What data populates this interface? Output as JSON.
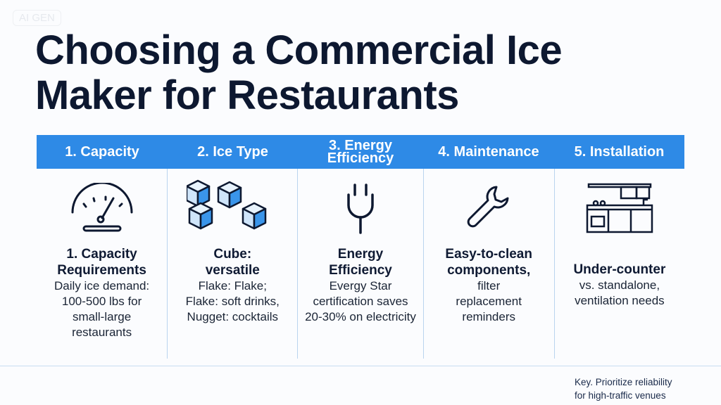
{
  "watermark": "AI GEN",
  "title_line1": "Choosing a Commercial Ice",
  "title_line2": "Maker for Restaurants",
  "colors": {
    "header": "#2e8ae6",
    "ink": "#0d1830"
  },
  "columns": [
    {
      "header": "1. Capacity",
      "icon": "gauge-icon",
      "title": "1. Capacity Requirements",
      "desc": "Daily ice demand: 100-500 lbs for small-large restaurants"
    },
    {
      "header": "2. Ice Type",
      "icon": "ice-cubes-icon",
      "title": "Cube: versatile",
      "desc": "Flake: Flake; Flake: soft drinks, Nugget: cocktails"
    },
    {
      "header": "3. Energy Efficiency",
      "icon": "plug-icon",
      "title": "Energy Efficiency",
      "desc": "Evergy Star certification saves 20-30% on electricity"
    },
    {
      "header": "4. Maintenance",
      "icon": "wrench-icon",
      "title": "Easy-to-clean components,",
      "desc": "filter replacement reminders"
    },
    {
      "header": "5. Installation",
      "icon": "kitchen-icon",
      "title": "Under-counter",
      "desc": "vs. standalone, ventilation needs"
    }
  ],
  "key_line1": "Key. Prioritize reliability",
  "key_line2": "for high-traffic venues"
}
